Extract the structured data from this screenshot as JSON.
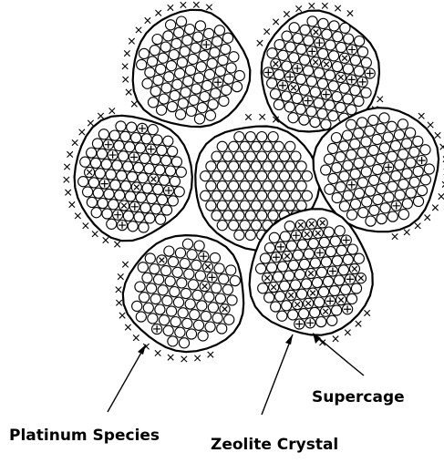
{
  "colors": {
    "ink": "#000000",
    "paper": "#ffffff"
  },
  "labels": {
    "platinum_species": "Platinum Species",
    "zeolite_crystal": "Zeolite Crystal",
    "supercage": "Supercage"
  },
  "legend_symbols": {
    "cage": "open-circle",
    "caged_platinum": "circle-with-plus",
    "surface_platinum": "x-mark",
    "supercage_with_platinum": "circle-with-cross"
  }
}
